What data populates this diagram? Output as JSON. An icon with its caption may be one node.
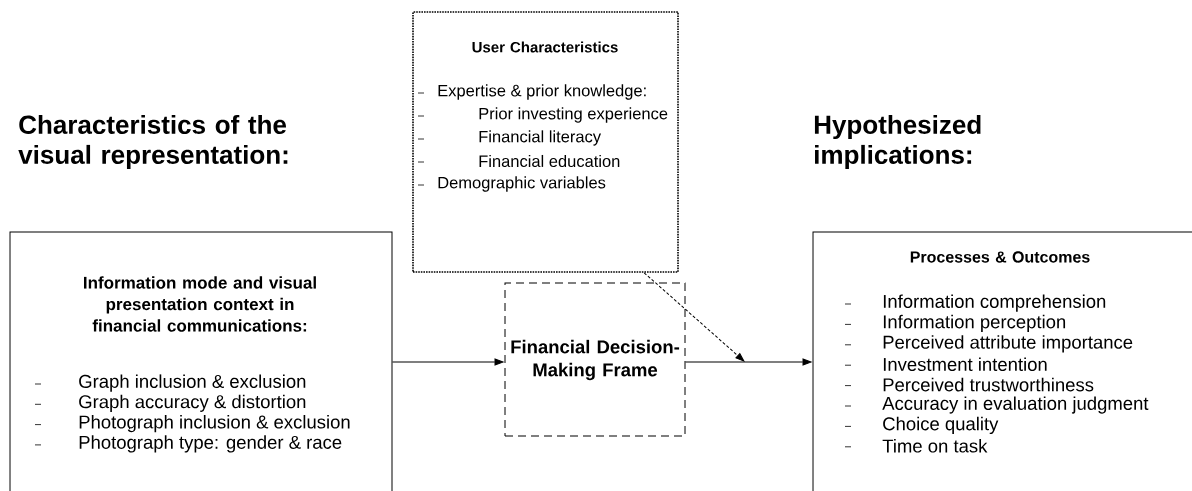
{
  "diagram": {
    "nodes": [
      {
        "text": [
          "User Characteristics",
          "Expertise & prior knowledge:",
          "Prior investing experience",
          "Financial literacy",
          "Financial education",
          "Demographic variables"
        ]
      },
      {
        "text": [
          "Information mode and visual presentation context in financial communications:",
          "Graph inclusion & exclusion",
          "Graph accuracy & distortion",
          "Photograph inclusion & exclusion",
          "Photograph type: gender & race"
        ]
      },
      {
        "text": [
          "Financial Decision-Making Frame"
        ]
      },
      {
        "text": [
          "Processes & Outcomes",
          "Information comprehension",
          "Information perception",
          "Perceived attribute importance",
          "Investment intention",
          "Perceived trustworthiness",
          "Accuracy in evaluation judgment",
          "Choice quality",
          "Time on task"
        ]
      }
    ],
    "edges": [
      {
        "from": 1,
        "to": 2,
        "arrow": "to"
      },
      {
        "from": 2,
        "to": 3,
        "arrow": "to"
      },
      {
        "from": 0,
        "to": null,
        "arrow": "to",
        "style": "dashed"
      }
    ],
    "labels": [
      "Characteristics of the visual representation:",
      "Hypothesized implications:"
    ]
  }
}
